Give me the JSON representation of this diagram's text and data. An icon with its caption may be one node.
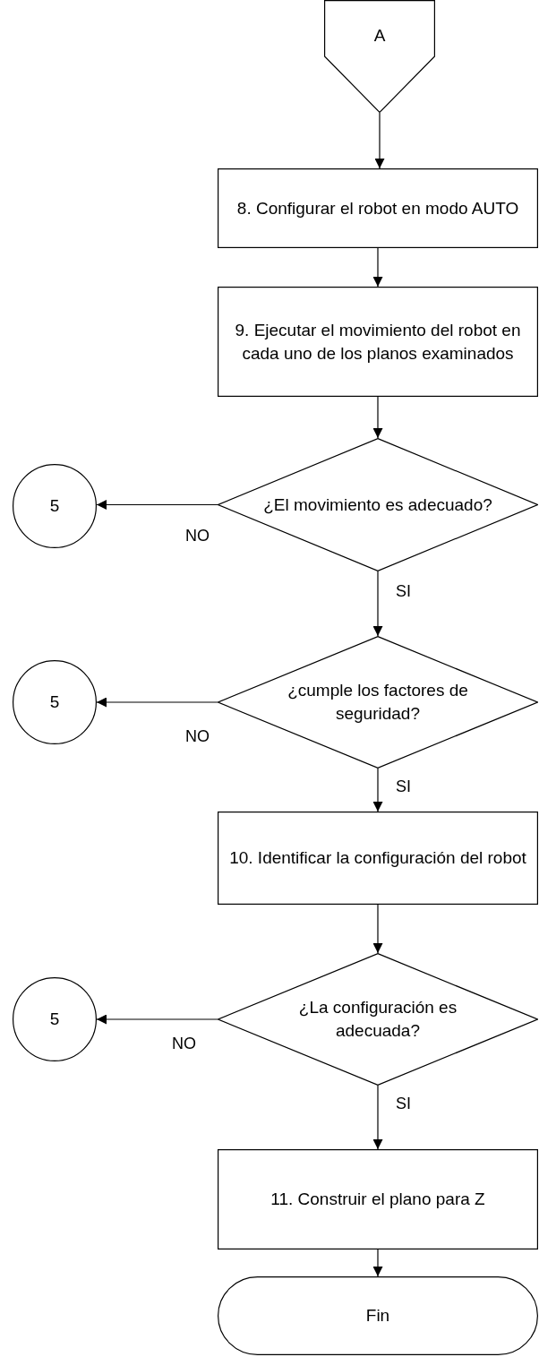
{
  "diagram": {
    "nodes": [
      {
        "text": [
          "A"
        ]
      },
      {
        "text": [
          "8. Configurar el robot en modo AUTO"
        ]
      },
      {
        "text": [
          "9. Ejecutar el movimiento del robot en cada uno de los planos examinados"
        ]
      },
      {
        "text": [
          "¿El movimiento es adecuado?"
        ]
      },
      {
        "text": [
          "5"
        ]
      },
      {
        "text": [
          "¿cumple los factores de seguridad?"
        ]
      },
      {
        "text": [
          "5"
        ]
      },
      {
        "text": [
          "10. Identificar la configuración del robot"
        ]
      },
      {
        "text": [
          "¿La configuración es adecuada?"
        ]
      },
      {
        "text": [
          "5"
        ]
      },
      {
        "text": [
          "11. Construir el plano para Z"
        ]
      },
      {
        "text": [
          "Fin"
        ]
      }
    ],
    "edges": [
      {
        "from": 0,
        "to": 1,
        "arrow": "to"
      },
      {
        "from": 1,
        "to": 2,
        "arrow": "to"
      },
      {
        "from": 2,
        "to": 3,
        "arrow": "to"
      },
      {
        "from": 3,
        "to": 4,
        "arrow": "to",
        "label": "NO"
      },
      {
        "from": 3,
        "to": 5,
        "arrow": "to",
        "label": "SI"
      },
      {
        "from": 5,
        "to": 6,
        "arrow": "to",
        "label": "NO"
      },
      {
        "from": 5,
        "to": 7,
        "arrow": "to",
        "label": "SI"
      },
      {
        "from": 7,
        "to": 8,
        "arrow": "to"
      },
      {
        "from": 8,
        "to": 9,
        "arrow": "to",
        "label": "NO"
      },
      {
        "from": 8,
        "to": 10,
        "arrow": "to",
        "label": "SI"
      },
      {
        "from": 10,
        "to": 11,
        "arrow": "to"
      }
    ]
  }
}
